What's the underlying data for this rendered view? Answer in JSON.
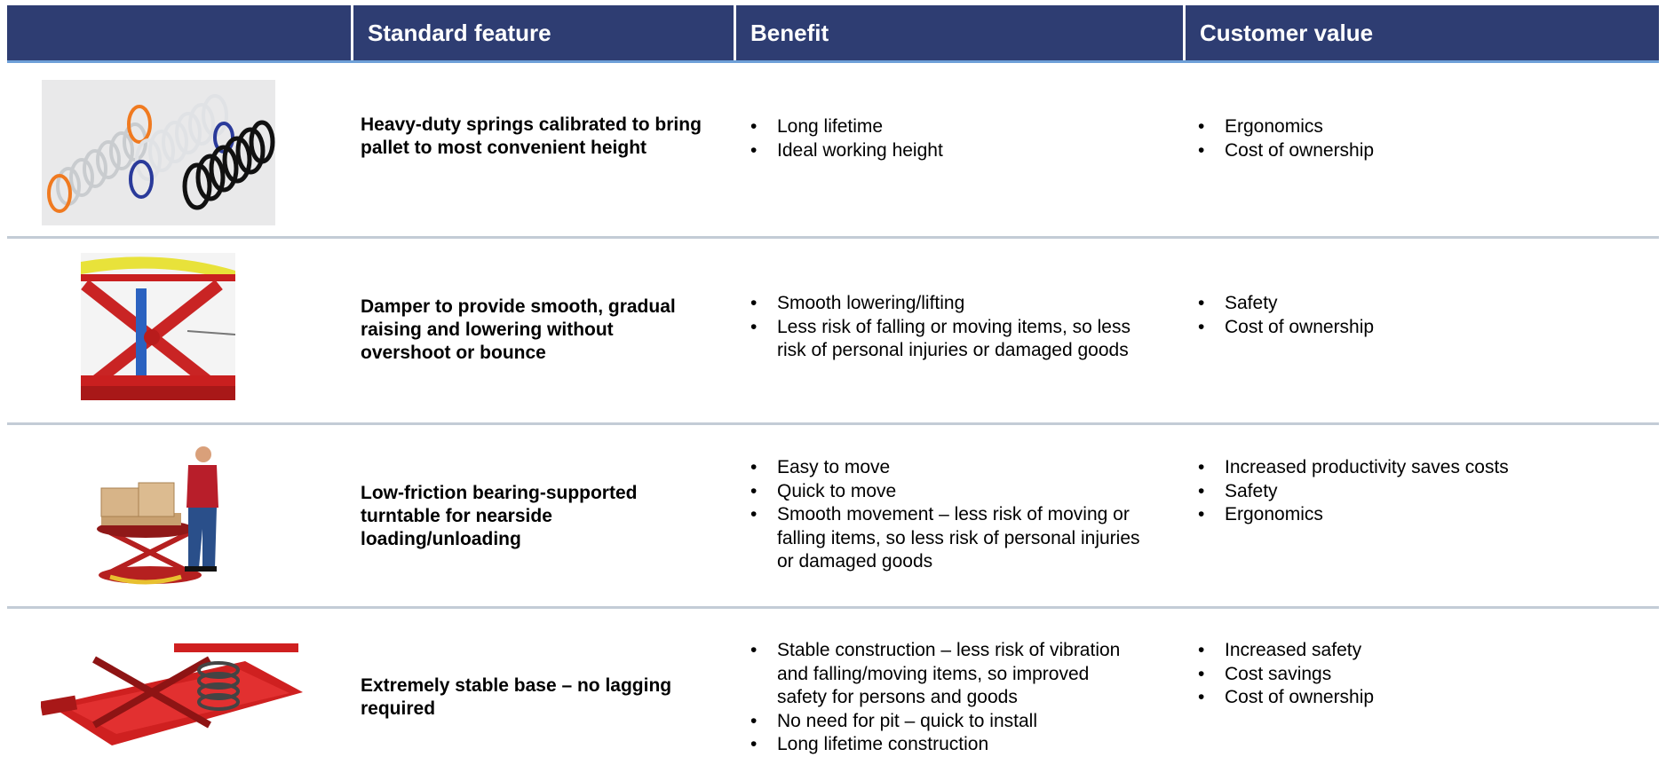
{
  "header": {
    "col_image": "",
    "col_feature": "Standard feature",
    "col_benefit": "Benefit",
    "col_value": "Customer value"
  },
  "rows": [
    {
      "image_icon": "springs-photo",
      "feature": "Heavy-duty springs calibrated to bring pallet to most convenient height",
      "benefits": [
        "Long lifetime",
        "Ideal working height"
      ],
      "values": [
        "Ergonomics",
        "Cost of ownership"
      ]
    },
    {
      "image_icon": "damper-scissor-lift-photo",
      "feature": "Damper to provide smooth, gradual raising and lowering without overshoot or bounce",
      "benefits": [
        "Smooth lowering/lifting",
        "Less risk of falling or moving items, so less risk of personal injuries or damaged goods"
      ],
      "values": [
        "Safety",
        "Cost of ownership"
      ]
    },
    {
      "image_icon": "turntable-worker-photo",
      "feature": "Low-friction bearing-supported turntable for nearside loading/unloading",
      "benefits": [
        "Easy to move",
        "Quick to move",
        "Smooth movement – less risk of moving or falling items, so less risk of personal injuries or damaged goods"
      ],
      "values": [
        "Increased productivity saves costs",
        "Safety",
        "Ergonomics"
      ]
    },
    {
      "image_icon": "stable-base-photo",
      "feature": "Extremely stable base – no lagging required",
      "benefits": [
        "Stable construction – less risk of vibration and falling/moving items, so improved safety for persons and goods",
        "No need for pit – quick to install",
        "Long lifetime construction"
      ],
      "values": [
        "Increased safety",
        "Cost savings",
        "Cost of ownership"
      ]
    }
  ],
  "colors": {
    "header_bg": "#2e3d72",
    "header_underline": "#6ea0d8",
    "row_separator": "#c3ccd6",
    "lift_red": "#d42a2a"
  }
}
